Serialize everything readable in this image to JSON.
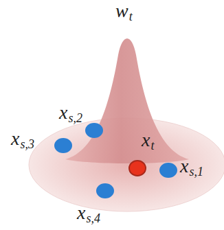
{
  "diagram": {
    "labels": [
      "w",
      "t",
      "x",
      "s,2",
      "x",
      "s,3",
      "x",
      "t",
      "x",
      "s,1",
      "x",
      "s,4"
    ]
  }
}
